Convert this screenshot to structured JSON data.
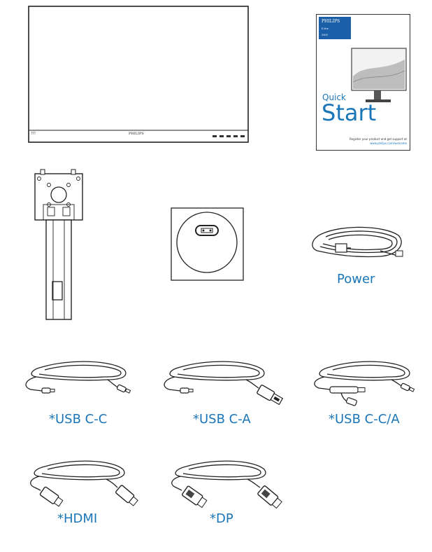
{
  "monitor": {
    "brand": "PHILIPS",
    "model": "TTT"
  },
  "quick_start": {
    "brand": "PHILIPS",
    "tag1": "E-line",
    "tag2": "2403",
    "title_small": "Quick",
    "title_large": "Start",
    "register_line1": "Register your product and get support at",
    "register_line2": "www.philips.com/welcome"
  },
  "labels": {
    "power": "Power",
    "usb_cc": "*USB C-C",
    "usb_ca": "*USB C-A",
    "usb_cca": "*USB C-C/A",
    "hdmi": "*HDMI",
    "dp": "*DP"
  },
  "colors": {
    "accent": "#1b76b8",
    "line": "#222222",
    "booklet_blue": "#1b5fa8"
  }
}
